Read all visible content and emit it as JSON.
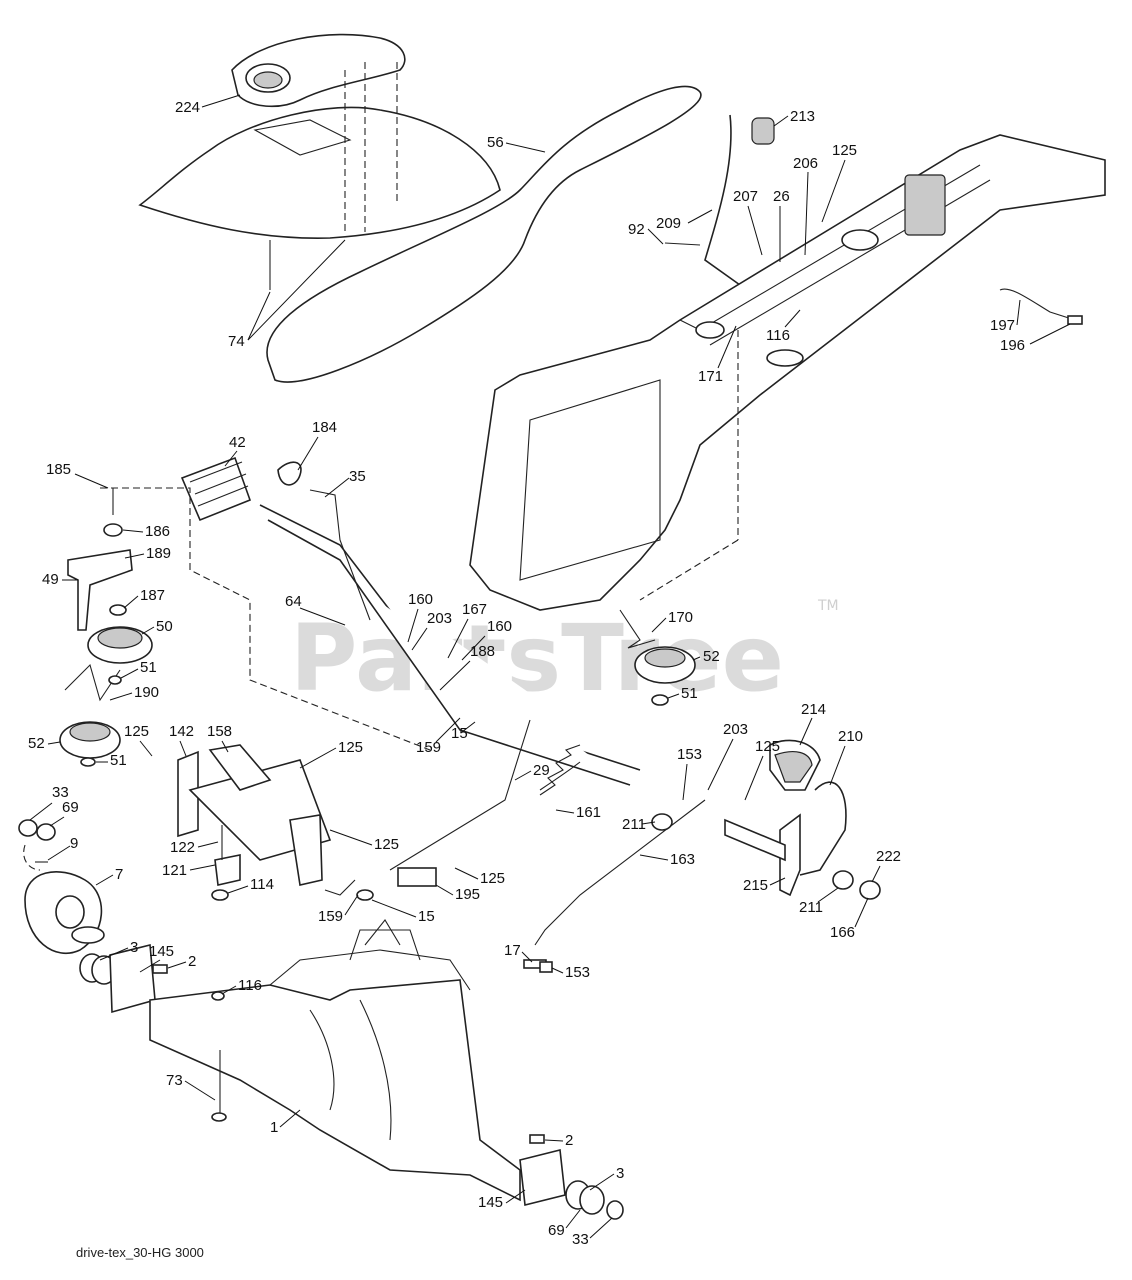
{
  "diagram": {
    "footer_label": "drive-tex_30-HG 3000",
    "watermark": {
      "text": "PartsTree",
      "trademark": "TM"
    },
    "callouts": [
      {
        "id": "c-224",
        "text": "224"
      },
      {
        "id": "c-56",
        "text": "56"
      },
      {
        "id": "c-74",
        "text": "74"
      },
      {
        "id": "c-213",
        "text": "213"
      },
      {
        "id": "c-206",
        "text": "206"
      },
      {
        "id": "c-125a",
        "text": "125"
      },
      {
        "id": "c-209",
        "text": "209"
      },
      {
        "id": "c-207",
        "text": "207"
      },
      {
        "id": "c-26",
        "text": "26"
      },
      {
        "id": "c-92",
        "text": "92"
      },
      {
        "id": "c-116a",
        "text": "116"
      },
      {
        "id": "c-197",
        "text": "197"
      },
      {
        "id": "c-196",
        "text": "196"
      },
      {
        "id": "c-171",
        "text": "171"
      },
      {
        "id": "c-42",
        "text": "42"
      },
      {
        "id": "c-184",
        "text": "184"
      },
      {
        "id": "c-35",
        "text": "35"
      },
      {
        "id": "c-185",
        "text": "185"
      },
      {
        "id": "c-186",
        "text": "186"
      },
      {
        "id": "c-189",
        "text": "189"
      },
      {
        "id": "c-49",
        "text": "49"
      },
      {
        "id": "c-187",
        "text": "187"
      },
      {
        "id": "c-50",
        "text": "50"
      },
      {
        "id": "c-51a",
        "text": "51"
      },
      {
        "id": "c-190",
        "text": "190"
      },
      {
        "id": "c-52a",
        "text": "52"
      },
      {
        "id": "c-51b",
        "text": "51"
      },
      {
        "id": "c-64",
        "text": "64"
      },
      {
        "id": "c-160a",
        "text": "160"
      },
      {
        "id": "c-203a",
        "text": "203"
      },
      {
        "id": "c-167",
        "text": "167"
      },
      {
        "id": "c-160b",
        "text": "160"
      },
      {
        "id": "c-188",
        "text": "188"
      },
      {
        "id": "c-170",
        "text": "170"
      },
      {
        "id": "c-52b",
        "text": "52"
      },
      {
        "id": "c-51c",
        "text": "51"
      },
      {
        "id": "c-125b",
        "text": "125"
      },
      {
        "id": "c-142",
        "text": "142"
      },
      {
        "id": "c-158",
        "text": "158"
      },
      {
        "id": "c-125c",
        "text": "125"
      },
      {
        "id": "c-159a",
        "text": "159"
      },
      {
        "id": "c-15a",
        "text": "15"
      },
      {
        "id": "c-29",
        "text": "29"
      },
      {
        "id": "c-161",
        "text": "161"
      },
      {
        "id": "c-214",
        "text": "214"
      },
      {
        "id": "c-210",
        "text": "210"
      },
      {
        "id": "c-203b",
        "text": "203"
      },
      {
        "id": "c-153a",
        "text": "153"
      },
      {
        "id": "c-125d",
        "text": "125"
      },
      {
        "id": "c-211a",
        "text": "211"
      },
      {
        "id": "c-33a",
        "text": "33"
      },
      {
        "id": "c-69a",
        "text": "69"
      },
      {
        "id": "c-9",
        "text": "9"
      },
      {
        "id": "c-7",
        "text": "7"
      },
      {
        "id": "c-122",
        "text": "122"
      },
      {
        "id": "c-121",
        "text": "121"
      },
      {
        "id": "c-114",
        "text": "114"
      },
      {
        "id": "c-125e",
        "text": "125"
      },
      {
        "id": "c-159b",
        "text": "159"
      },
      {
        "id": "c-15b",
        "text": "15"
      },
      {
        "id": "c-125f",
        "text": "125"
      },
      {
        "id": "c-195",
        "text": "195"
      },
      {
        "id": "c-163",
        "text": "163"
      },
      {
        "id": "c-215",
        "text": "215"
      },
      {
        "id": "c-211b",
        "text": "211"
      },
      {
        "id": "c-222",
        "text": "222"
      },
      {
        "id": "c-166",
        "text": "166"
      },
      {
        "id": "c-3a",
        "text": "3"
      },
      {
        "id": "c-145a",
        "text": "145"
      },
      {
        "id": "c-2a",
        "text": "2"
      },
      {
        "id": "c-116b",
        "text": "116"
      },
      {
        "id": "c-17",
        "text": "17"
      },
      {
        "id": "c-153b",
        "text": "153"
      },
      {
        "id": "c-73",
        "text": "73"
      },
      {
        "id": "c-1",
        "text": "1"
      },
      {
        "id": "c-2b",
        "text": "2"
      },
      {
        "id": "c-3b",
        "text": "3"
      },
      {
        "id": "c-145b",
        "text": "145"
      },
      {
        "id": "c-69b",
        "text": "69"
      },
      {
        "id": "c-33b",
        "text": "33"
      }
    ]
  }
}
